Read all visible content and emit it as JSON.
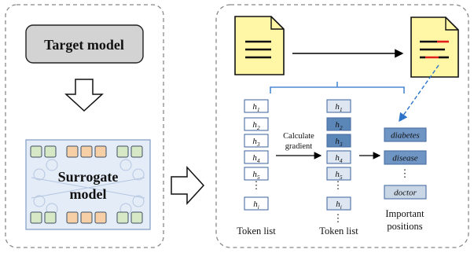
{
  "left_panel": {
    "target_model_label": "Target model",
    "surrogate_model_line1": "Surrogate",
    "surrogate_model_line2": "model",
    "top_cell_colors": [
      "#d6e8c6",
      "#d6e8c6",
      "#f6cfa6",
      "#f6cfa6",
      "#f6cfa6",
      "#d6e8c6",
      "#d6e8c6"
    ],
    "bottom_cell_colors": [
      "#d6e8c6",
      "#d6e8c6",
      "#f6cfa6",
      "#f6cfa6",
      "#f6cfa6",
      "#d6e8c6",
      "#d6e8c6"
    ]
  },
  "right_panel": {
    "token_list_label_1": "Token list",
    "token_list_label_2": "Token list",
    "calculate_line1": "Calculate",
    "calculate_line2": "gradient",
    "important_line1": "Important",
    "important_line2": "positions",
    "list1_tokens": [
      {
        "base": "h",
        "sub": "1"
      },
      {
        "base": "h",
        "sub": "2"
      },
      {
        "base": "h",
        "sub": "3"
      },
      {
        "base": "h",
        "sub": "4"
      },
      {
        "base": "h",
        "sub": "5"
      },
      {
        "base": "h",
        "sub": "i"
      }
    ],
    "list2_tokens": [
      {
        "base": "h",
        "sub": "1",
        "highlight": false
      },
      {
        "base": "h",
        "sub": "2",
        "highlight": true
      },
      {
        "base": "h",
        "sub": "3",
        "highlight": true
      },
      {
        "base": "h",
        "sub": "4",
        "highlight": false
      },
      {
        "base": "h",
        "sub": "5",
        "highlight": false
      },
      {
        "base": "h",
        "sub": "i",
        "highlight": false
      }
    ],
    "vertical_ellipsis": "⋮",
    "important_tokens": [
      "diabetes",
      "disease",
      "doctor"
    ],
    "colors": {
      "document_fill": "#fff6a6",
      "token_stroke": "#4a6fa5",
      "token_highlight": "#5b86b8",
      "token_light": "#dde6f1",
      "important_fill": "#6f95c4",
      "important_light": "#c9d6e6",
      "bracket": "#4a8ad4",
      "dashed_arrow": "#2e74c9",
      "red_line": "#e0201c"
    }
  }
}
